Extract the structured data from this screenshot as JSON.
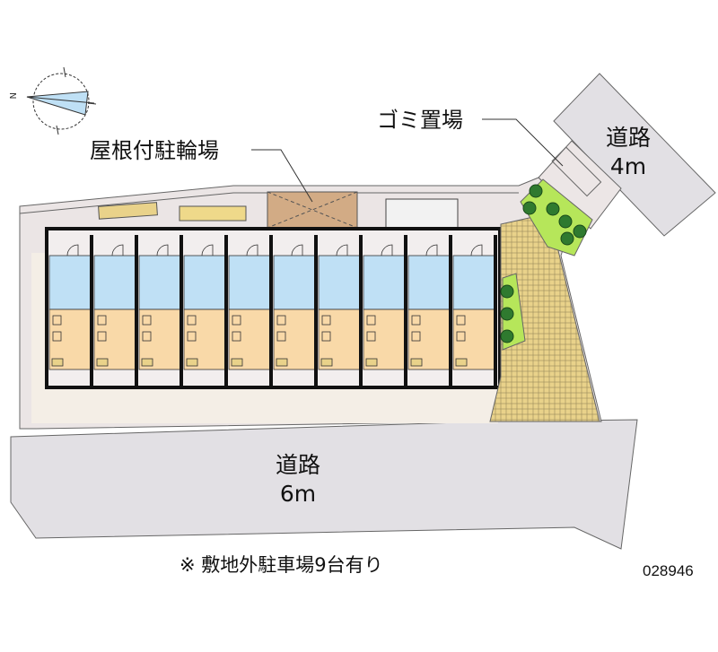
{
  "labels": {
    "bicycle_parking": "屋根付駐輪場",
    "garbage_area": "ゴミ置場",
    "road_north": {
      "name": "道路",
      "width": "4m"
    },
    "road_south": {
      "name": "道路",
      "width": "6m"
    },
    "parking_note": "※ 敷地外駐車場9台有り",
    "property_code": "028946"
  },
  "compass": {
    "north_label": "N"
  },
  "building": {
    "unit_count": 10
  },
  "colors": {
    "site": "#ebe5e5",
    "wet_area": "#bfe0f5",
    "room": "#f9d9a8",
    "road": "#e2e0e4",
    "paving": "#e9d28a",
    "green": "#b6e65a",
    "tree": "#2f7a2f",
    "bike_roof": "#d2ab85"
  }
}
